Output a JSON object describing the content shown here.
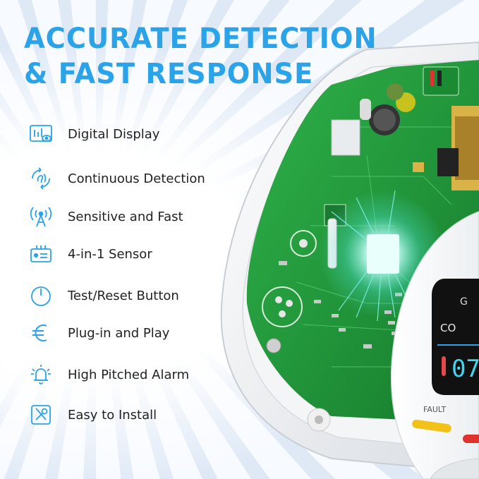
{
  "headline": {
    "line1": "ACCURATE DETECTION",
    "line2": "& FAST RESPONSE"
  },
  "features": [
    {
      "label": "Digital Display",
      "icon": "display-eye-icon"
    },
    {
      "label": "Continuous Detection",
      "icon": "continuous-detection-icon"
    },
    {
      "label": "Sensitive and Fast",
      "icon": "signal-antenna-icon"
    },
    {
      "label": "4-in-1 Sensor",
      "icon": "sensor-box-icon"
    },
    {
      "label": "Test/Reset Button",
      "icon": "power-button-icon"
    },
    {
      "label": "Plug-in and Play",
      "icon": "euro-plug-icon"
    },
    {
      "label": "High Pitched Alarm",
      "icon": "alarm-bell-icon"
    },
    {
      "label": "Easy to Install",
      "icon": "tools-icon"
    }
  ],
  "device": {
    "fault_label": "FAULT",
    "display_co": "CO",
    "display_g": "G",
    "display_digit": "07"
  },
  "colors": {
    "accent": "#2aa3e8",
    "pcb": "#1f9a3a",
    "fault_led": "#f2c21b",
    "alarm_led": "#e0322d"
  }
}
